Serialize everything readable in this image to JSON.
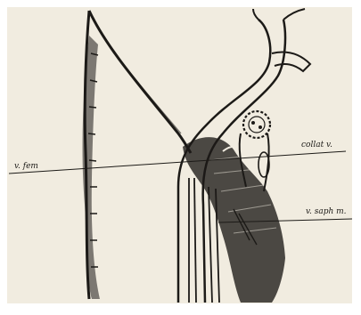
{
  "colors": {
    "paper": "#f1ece0",
    "ink": "#1c1a17",
    "frame": "#ffffff"
  },
  "labels": {
    "femoral_vein": "v. fem",
    "collateral_vein": "collat v.",
    "saphenous_vein": "v. saph m."
  }
}
